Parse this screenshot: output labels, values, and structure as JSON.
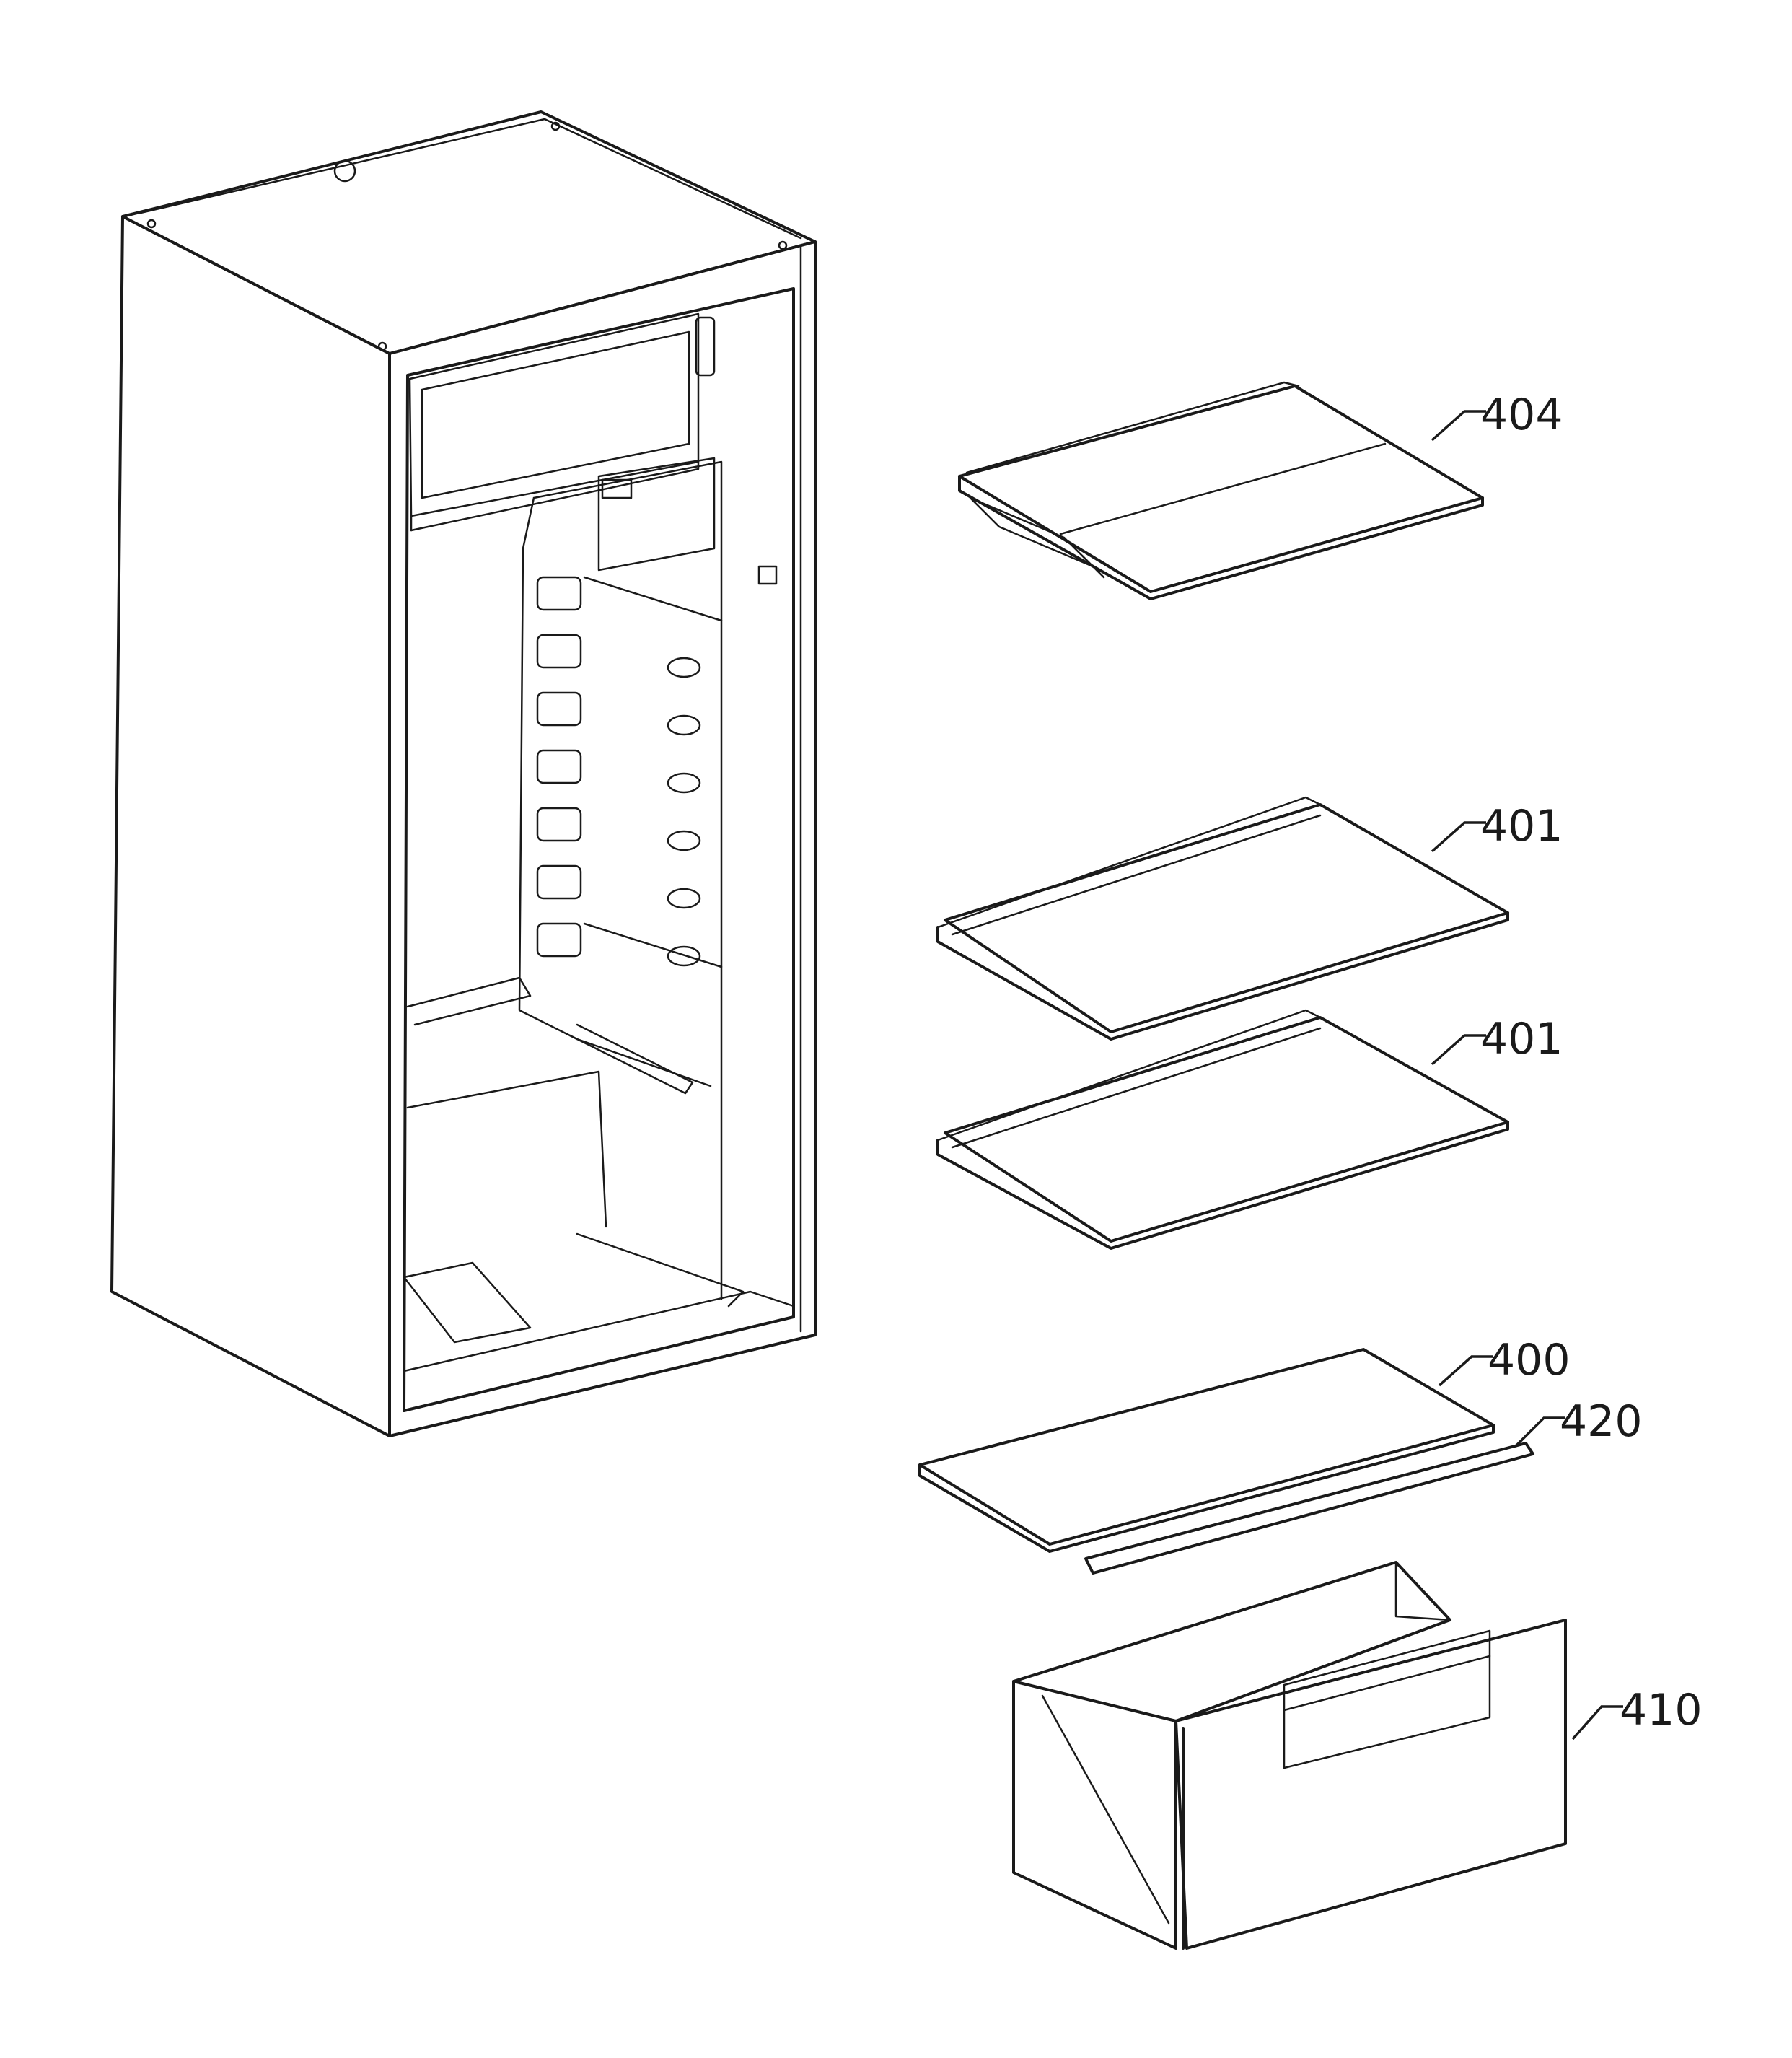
{
  "callouts": [
    {
      "id": "shelf-top",
      "label": "404"
    },
    {
      "id": "shelf-upper",
      "label": "401"
    },
    {
      "id": "shelf-middle",
      "label": "401"
    },
    {
      "id": "crisper-cover",
      "label": "400"
    },
    {
      "id": "cover-trim",
      "label": "420"
    },
    {
      "id": "crisper-drawer",
      "label": "410"
    }
  ]
}
